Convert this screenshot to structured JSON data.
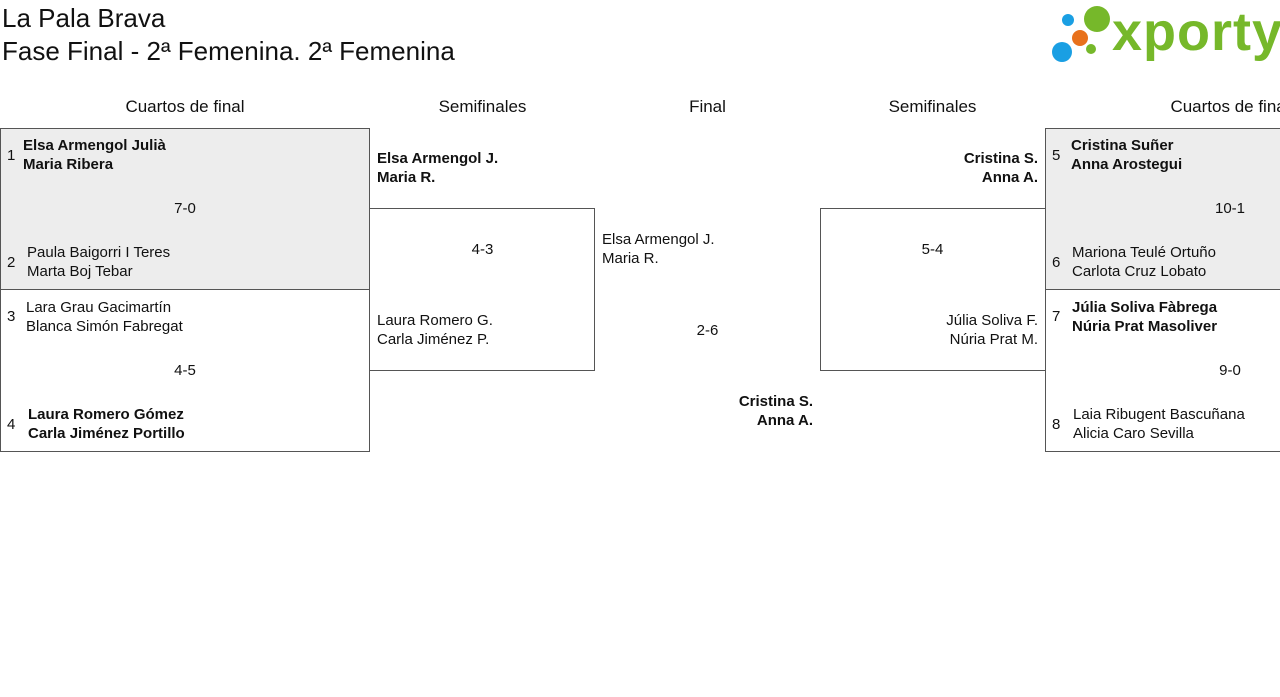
{
  "header": {
    "club": "La Pala Brava",
    "phase": "Fase Final - 2ª Femenina. 2ª Femenina",
    "logo_text": "xporty",
    "logo_colors": {
      "blue": "#1a9fe3",
      "orange": "#e8711c",
      "green": "#76b82a"
    }
  },
  "rounds": {
    "left_quarters": "Cuartos de final",
    "left_semis": "Semifinales",
    "final": "Final",
    "right_semis": "Semifinales",
    "right_quarters": "Cuartos de final"
  },
  "quarters": {
    "q1": {
      "top": {
        "seed": "1",
        "p1": "Elsa Armengol Julià",
        "p2": "Maria Ribera"
      },
      "score": "7-0",
      "bottom": {
        "seed": "2",
        "p1": "Paula Baigorri I Teres",
        "p2": "Marta Boj Tebar"
      }
    },
    "q2": {
      "top": {
        "seed": "3",
        "p1": "Lara Grau Gacimartín",
        "p2": "Blanca Simón Fabregat"
      },
      "score": "4-5",
      "bottom": {
        "seed": "4",
        "p1": "Laura Romero Gómez",
        "p2": "Carla Jiménez Portillo"
      }
    },
    "q3": {
      "top": {
        "seed": "5",
        "p1": "Cristina Suñer",
        "p2": "Anna Arostegui"
      },
      "score": "10-1",
      "bottom": {
        "seed": "6",
        "p1": "Mariona Teulé Ortuño",
        "p2": "Carlota Cruz Lobato"
      }
    },
    "q4": {
      "top": {
        "seed": "7",
        "p1": "Júlia Soliva Fàbrega",
        "p2": "Núria Prat Masoliver"
      },
      "score": "9-0",
      "bottom": {
        "seed": "8",
        "p1": "Laia Ribugent Bascuñana",
        "p2": "Alicia Caro Sevilla"
      }
    }
  },
  "semis": {
    "left": {
      "top": {
        "p1": "Elsa Armengol J.",
        "p2": "Maria R."
      },
      "score": "4-3",
      "bottom": {
        "p1": "Laura Romero G.",
        "p2": "Carla Jiménez P."
      }
    },
    "right": {
      "top": {
        "p1": "Cristina S.",
        "p2": "Anna A."
      },
      "score": "5-4",
      "bottom": {
        "p1": "Júlia Soliva F.",
        "p2": "Núria Prat M."
      }
    }
  },
  "final": {
    "top": {
      "p1": "Elsa Armengol J.",
      "p2": "Maria R."
    },
    "score": "2-6",
    "bottom": {
      "p1": "Cristina S.",
      "p2": "Anna A."
    }
  }
}
